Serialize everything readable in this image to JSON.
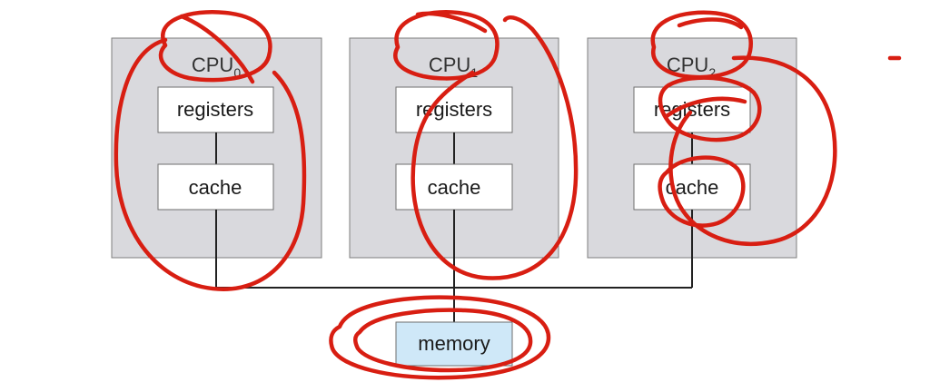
{
  "diagram": {
    "cpus": [
      {
        "name": "CPU",
        "subscript": "0",
        "registers": "registers",
        "cache": "cache"
      },
      {
        "name": "CPU",
        "subscript": "1",
        "registers": "registers",
        "cache": "cache"
      },
      {
        "name": "CPU",
        "subscript": "2",
        "registers": "registers",
        "cache": "cache"
      }
    ],
    "memory": "memory"
  },
  "colors": {
    "cpu_panel_fill": "#d9d9dd",
    "cpu_panel_border": "#7d7d7d",
    "box_fill": "#ffffff",
    "box_border": "#6e6e6e",
    "memory_fill": "#cfe8f8",
    "wire": "#222222",
    "annotation_ink": "#d81e12"
  }
}
